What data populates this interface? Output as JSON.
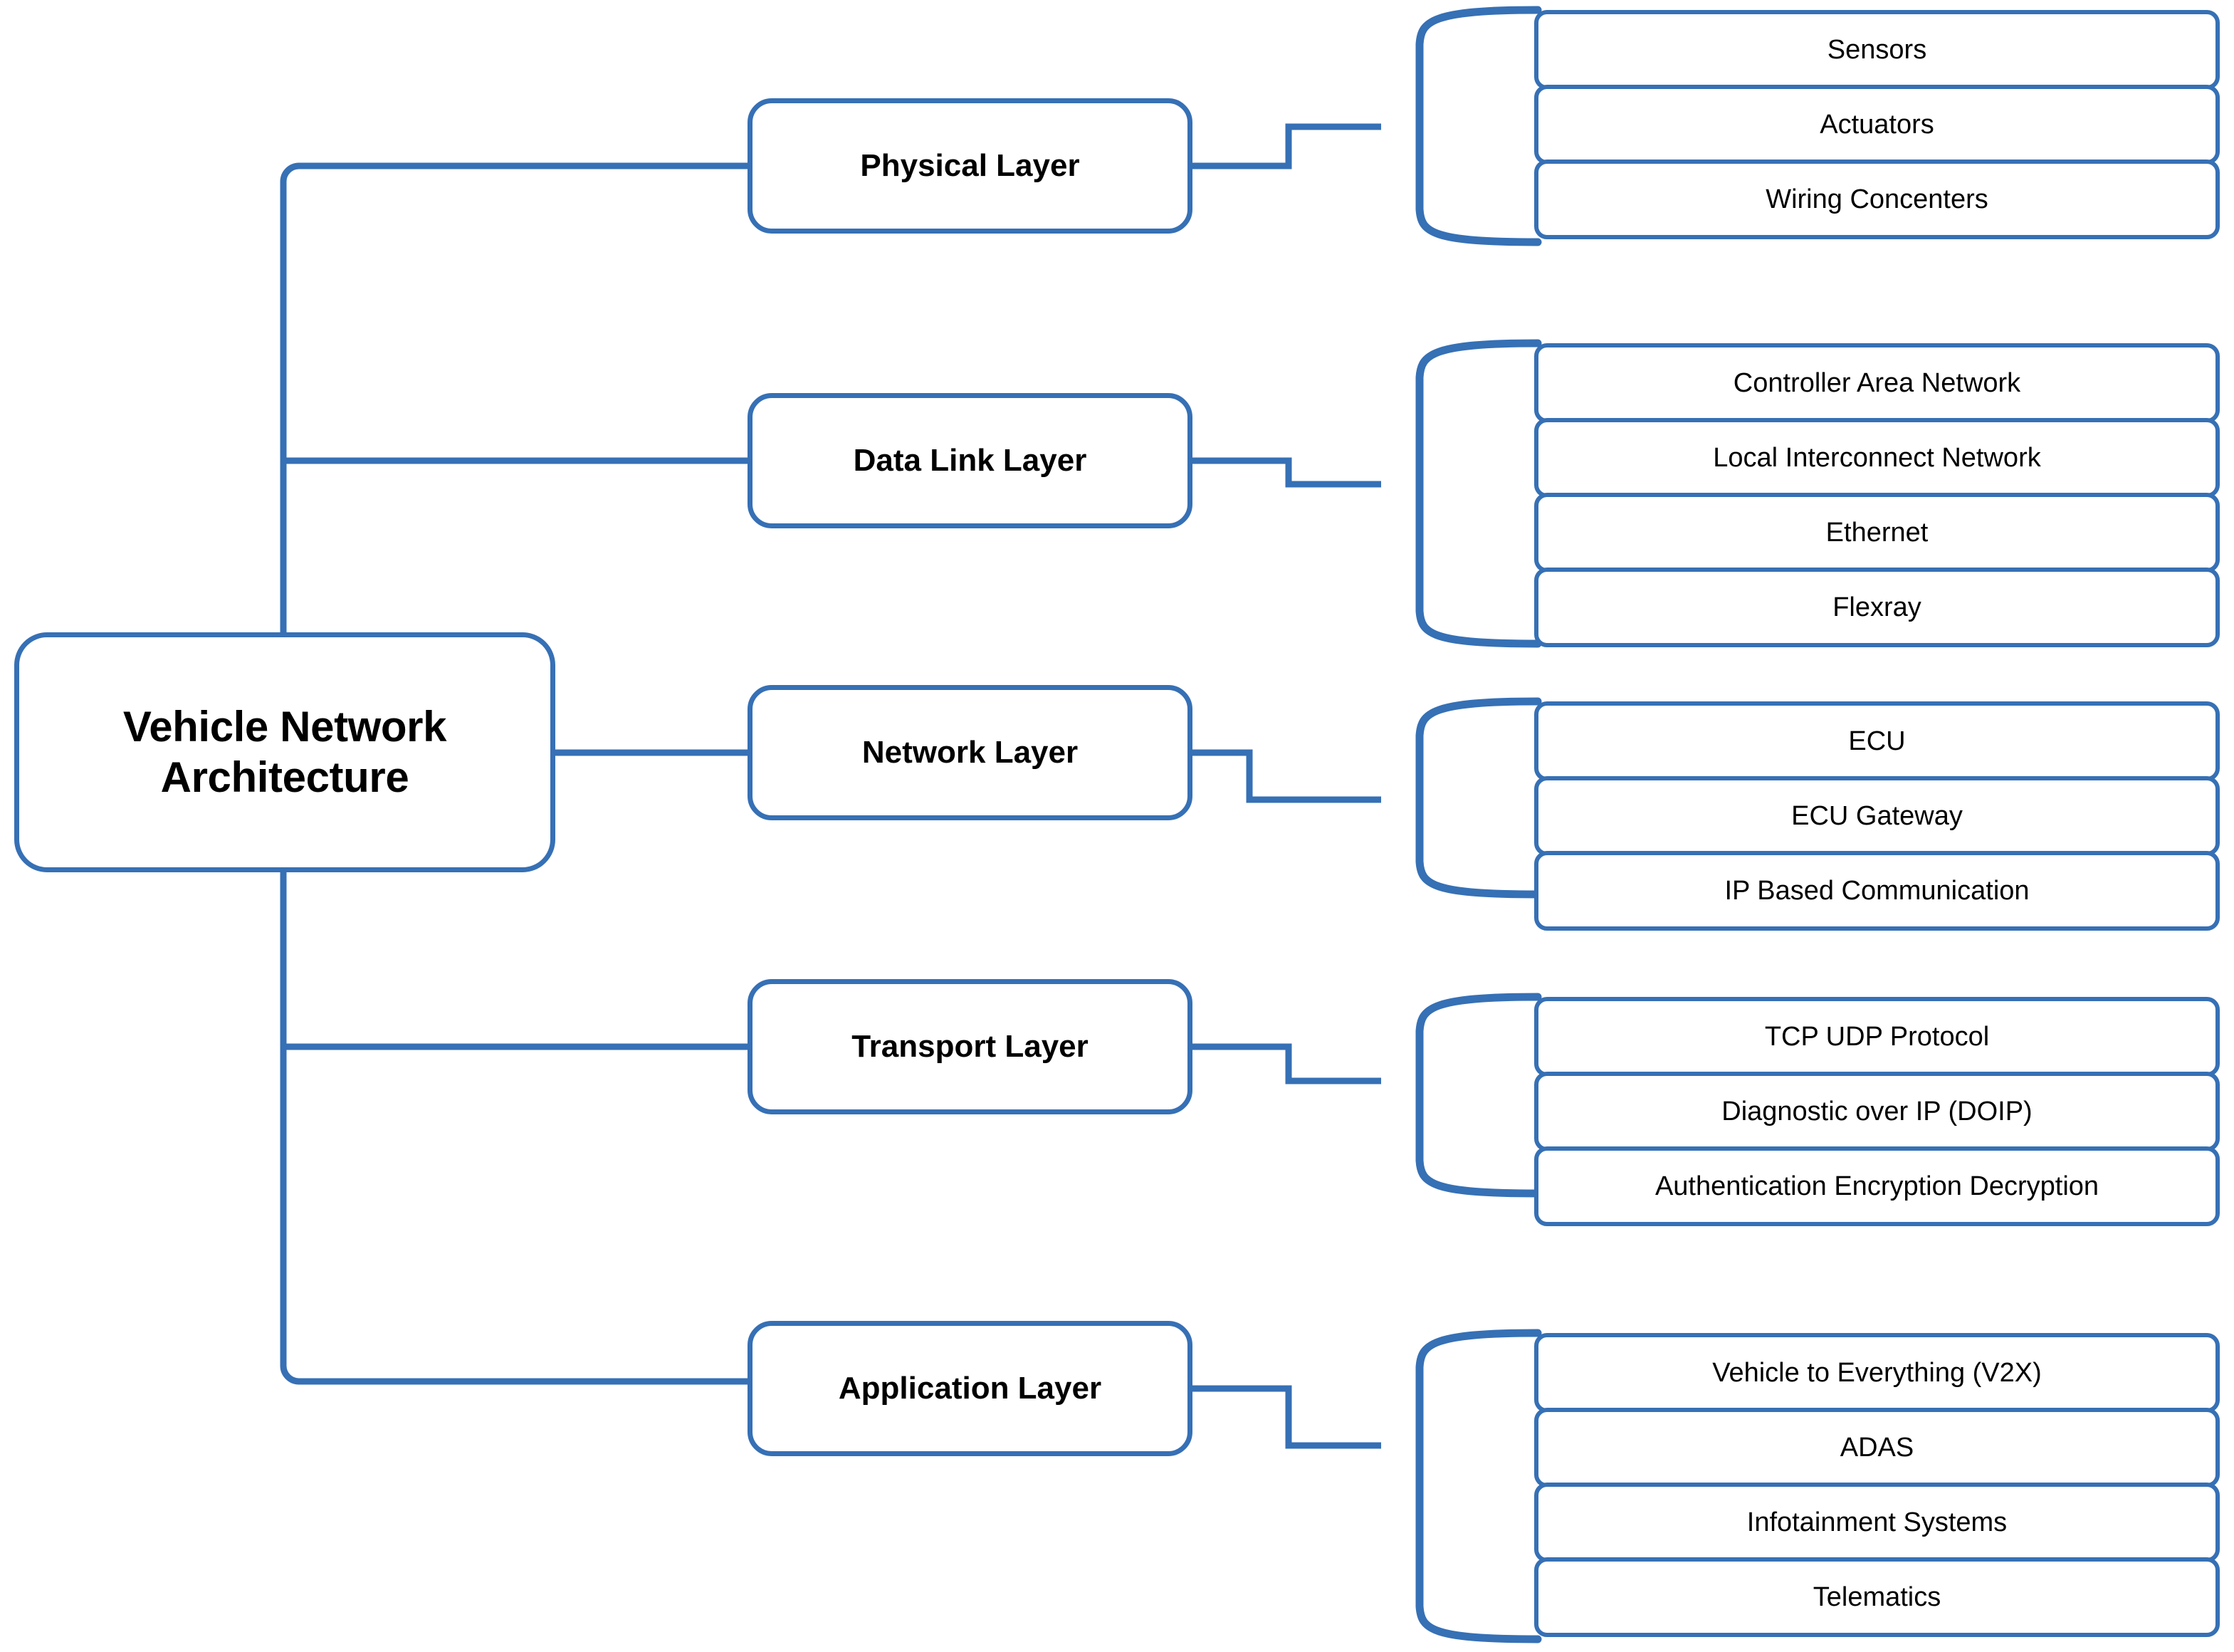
{
  "diagram": {
    "type": "mind-map-tree",
    "accent_color": "#3670B5",
    "background_color": "#FFFFFF",
    "root": {
      "title_line_1": "Vehicle Network",
      "title_line_2": "Architecture"
    },
    "branches": [
      {
        "layer": "Physical Layer",
        "items": [
          "Sensors",
          "Actuators",
          "Wiring Concenters"
        ]
      },
      {
        "layer": "Data Link Layer",
        "items": [
          "Controller Area Network",
          "Local Interconnect Network",
          "Ethernet",
          "Flexray"
        ]
      },
      {
        "layer": "Network Layer",
        "items": [
          "ECU",
          "ECU Gateway",
          "IP Based Communication"
        ]
      },
      {
        "layer": "Transport Layer",
        "items": [
          "TCP UDP Protocol",
          "Diagnostic over IP (DOIP)",
          "Authentication Encryption Decryption"
        ]
      },
      {
        "layer": "Application Layer",
        "items": [
          "Vehicle to Everything (V2X)",
          "ADAS",
          "Infotainment Systems",
          "Telematics"
        ]
      }
    ]
  }
}
